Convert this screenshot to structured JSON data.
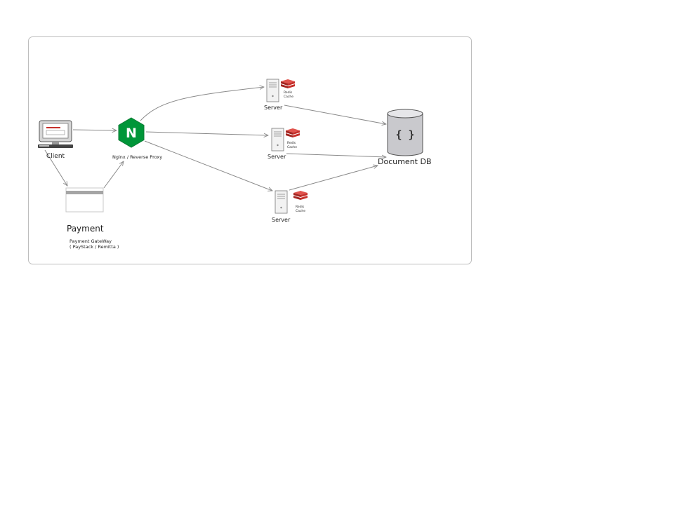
{
  "nodes": {
    "client": {
      "label": "Client"
    },
    "nginx": {
      "label": "Nginx / Reverse Proxy",
      "glyph": "N"
    },
    "payment": {
      "title": "Payment",
      "desc_line1": "Payment GateWay",
      "desc_line2": "( PayStack / Remitta )"
    },
    "servers": [
      {
        "label": "Server",
        "cache_line1": "Redis",
        "cache_line2": "Cache"
      },
      {
        "label": "Server",
        "cache_line1": "Redis",
        "cache_line2": "Cache"
      },
      {
        "label": "Server",
        "cache_line1": "Redis",
        "cache_line2": "Cache"
      }
    ],
    "db": {
      "label": "Document DB",
      "glyph": "{ }"
    }
  },
  "colors": {
    "nginx_green": "#009639",
    "redis_red": "#c6302b",
    "db_gray": "#c9c9cd",
    "line": "#8a8a8a",
    "frame": "#bdbdbd"
  },
  "icons": [
    "computer-icon",
    "nginx-icon",
    "server-icon",
    "redis-icon",
    "database-icon",
    "card-icon"
  ]
}
